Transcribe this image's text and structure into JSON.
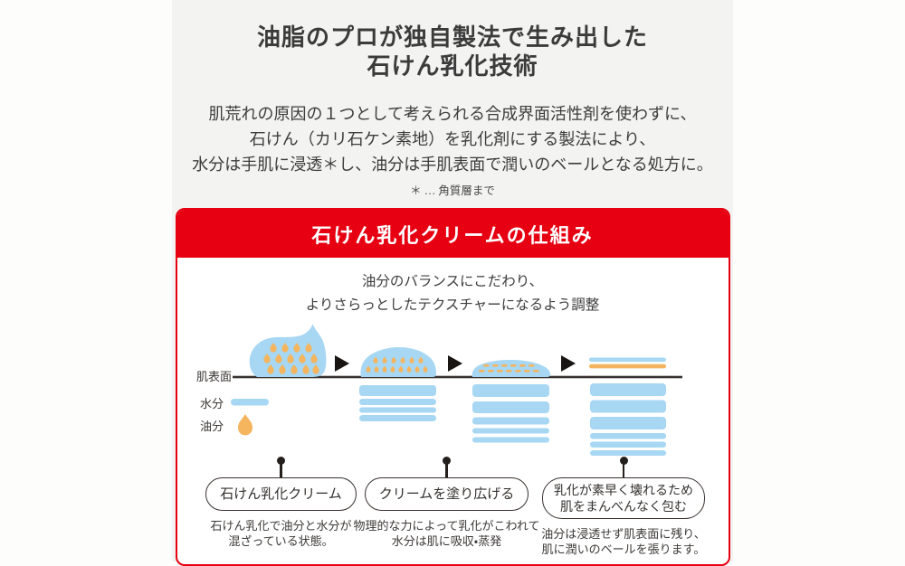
{
  "header": {
    "title_line1": "油脂のプロが独自製法で生み出した",
    "title_line2": "石けん乳化技術",
    "intro_lines": [
      "肌荒れの原因の１つとして考えられる合成界面活性剤を使わずに、",
      "石けん（カリ石ケン素地）を乳化剤にする製法により、",
      "水分は手肌に浸透＊し、油分は手肌表面で潤いのベールとなる処方に。"
    ],
    "footnote": "＊ … 角質層まで"
  },
  "panel": {
    "header_title": "石けん乳化クリームの仕組み",
    "accent_color": "#e60012",
    "subtitle_line1": "油分のバランスにこだわり、",
    "subtitle_line2": "よりさらっとしたテクスチャーになるよう調整"
  },
  "diagram": {
    "surface_label": "肌表面",
    "water_label": "水分",
    "oil_label": "油分",
    "colors": {
      "water": "#a7d7f3",
      "oil": "#f4b55e",
      "line": "#38322f"
    }
  },
  "stages": [
    {
      "label": "石けん乳化クリーム",
      "label2": "",
      "desc1": "石けん乳化で油分と水分が",
      "desc2": "混ざっている状態。"
    },
    {
      "label": "クリームを塗り広げる",
      "label2": "",
      "desc1": "物理的な力によって乳化がこわれて",
      "desc2": "水分は肌に吸収・蒸発"
    },
    {
      "label": "乳化が素早く壊れるため",
      "label2": "肌をまんべんなく包む",
      "desc1": "油分は浸透せず肌表面に残り、",
      "desc2": "肌に潤いのベールを張ります。"
    }
  ]
}
